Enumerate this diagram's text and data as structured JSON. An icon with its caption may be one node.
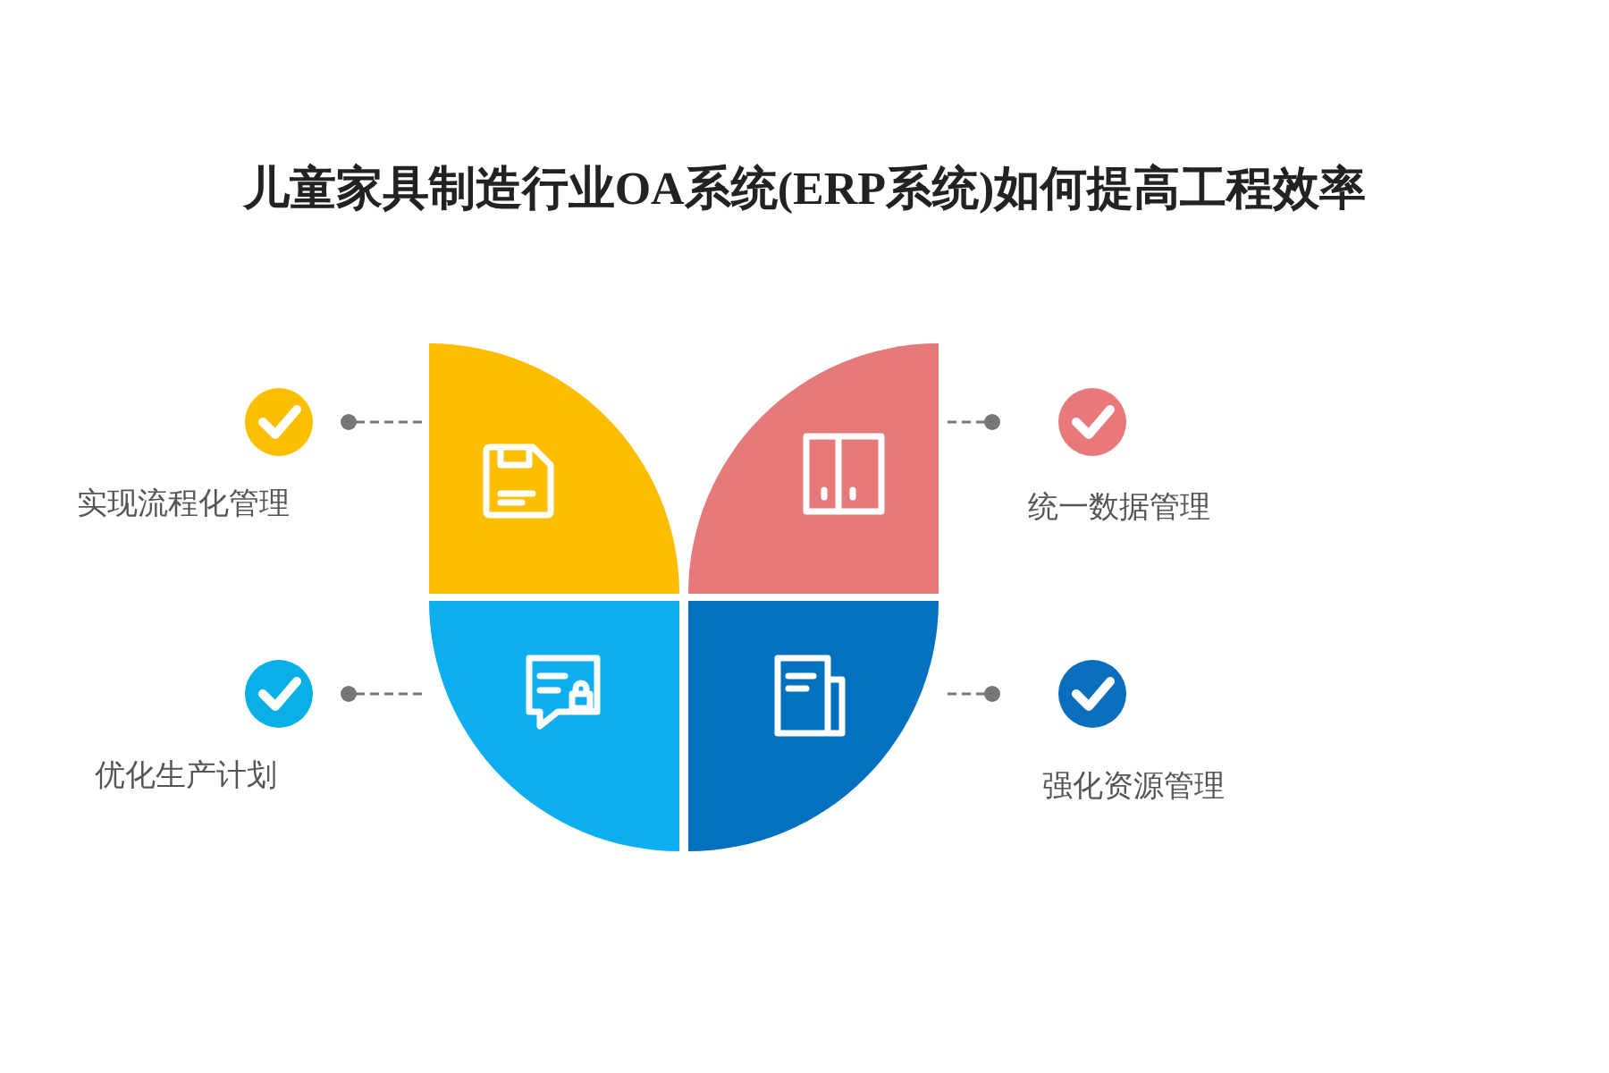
{
  "diagram": {
    "title": "儿童家具制造行业OA系统(ERP系统)如何提高工程效率",
    "nodes": [
      {
        "text": [],
        "shape": "sector"
      },
      {
        "text": [],
        "shape": "sector"
      },
      {
        "text": [],
        "shape": "sector"
      },
      {
        "text": [],
        "shape": "sector"
      },
      {
        "text": [
          "实现流程化管理"
        ]
      },
      {
        "text": [
          "统一数据管理"
        ]
      },
      {
        "text": [
          "优化生产计划"
        ]
      },
      {
        "text": [
          "强化资源管理"
        ]
      }
    ],
    "edges": [
      {
        "from": 4,
        "to": 0,
        "arrow": "other",
        "style": "dashed"
      },
      {
        "from": 5,
        "to": 1,
        "arrow": "other",
        "style": "dashed"
      },
      {
        "from": 6,
        "to": 2,
        "arrow": "other",
        "style": "dashed"
      },
      {
        "from": 7,
        "to": 3,
        "arrow": "other",
        "style": "dashed"
      }
    ]
  }
}
